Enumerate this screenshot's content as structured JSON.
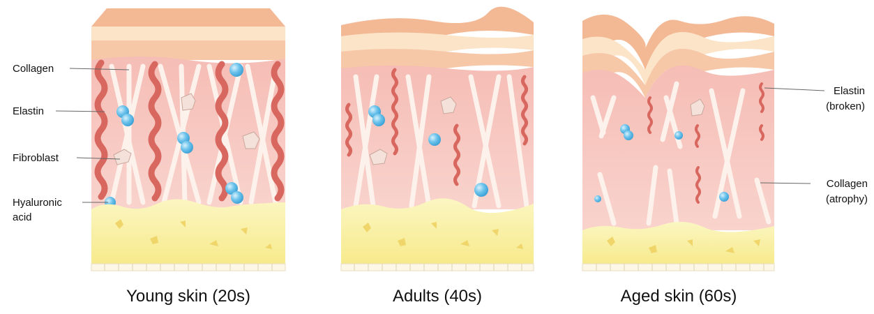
{
  "panels": [
    {
      "id": "young",
      "caption": "Young skin (20s)"
    },
    {
      "id": "adult",
      "caption": "Adults (40s)"
    },
    {
      "id": "aged",
      "caption": "Aged skin (60s)"
    }
  ],
  "labels_left": {
    "collagen": "Collagen",
    "elastin": "Elastin",
    "fibroblast": "Fibroblast",
    "hyaluronic_line1": "Hyaluronic",
    "hyaluronic_line2": "acid"
  },
  "labels_right": {
    "elastin_line1": "Elastin",
    "elastin_line2": "(broken)",
    "collagen_line1": "Collagen",
    "collagen_line2": "(atrophy)"
  },
  "colors": {
    "epidermis_top": "#f6c7a6",
    "epidermis_band": "#fbe5c8",
    "dermis": "#f6c3bd",
    "dermis_light": "#f9d6d0",
    "collagen": "#fdf1ec",
    "elastin": "#e27d74",
    "elastin_dark": "#c95f57",
    "fibroblast": "#f5e6e0",
    "hyaluronic": "#5bb8e6",
    "hyaluronic_light": "#b8e1f5",
    "fat": "#fbf2a8",
    "fat_dark": "#f3d86e",
    "base": "#fdf7e8",
    "leader": "#666666"
  }
}
